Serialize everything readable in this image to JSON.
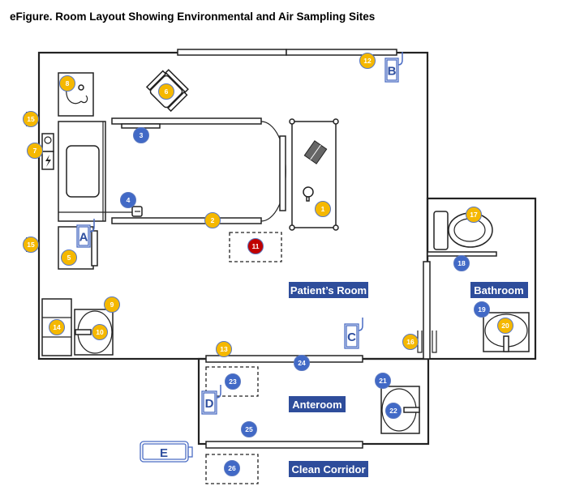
{
  "title": "eFigure. Room Layout Showing Environmental and Air Sampling Sites",
  "colors": {
    "environmental_marker": "#f5b800",
    "air_marker": "#4169c6",
    "highlight_marker": "#c00000",
    "room_label_bg": "#2e4d9b",
    "sign": "#2f4f9f"
  },
  "rooms": {
    "patient": "Patient’s Room",
    "bathroom": "Bathroom",
    "anteroom": "Anteroom",
    "corridor": "Clean Corridor"
  },
  "signs": [
    "A",
    "B",
    "C",
    "D",
    "E"
  ],
  "markers": [
    {
      "label": "1",
      "color": "yellow"
    },
    {
      "label": "2",
      "color": "yellow"
    },
    {
      "label": "3",
      "color": "blue"
    },
    {
      "label": "4",
      "color": "blue"
    },
    {
      "label": "5",
      "color": "yellow"
    },
    {
      "label": "6",
      "color": "yellow"
    },
    {
      "label": "7",
      "color": "yellow"
    },
    {
      "label": "8",
      "color": "yellow"
    },
    {
      "label": "9",
      "color": "yellow"
    },
    {
      "label": "10",
      "color": "yellow"
    },
    {
      "label": "11",
      "color": "red"
    },
    {
      "label": "12",
      "color": "yellow"
    },
    {
      "label": "13",
      "color": "yellow"
    },
    {
      "label": "14",
      "color": "yellow"
    },
    {
      "label": "15",
      "color": "yellow"
    },
    {
      "label": "15",
      "color": "yellow"
    },
    {
      "label": "16",
      "color": "yellow"
    },
    {
      "label": "17",
      "color": "yellow"
    },
    {
      "label": "18",
      "color": "blue"
    },
    {
      "label": "19",
      "color": "blue"
    },
    {
      "label": "20",
      "color": "yellow"
    },
    {
      "label": "21",
      "color": "blue"
    },
    {
      "label": "22",
      "color": "blue"
    },
    {
      "label": "23",
      "color": "blue"
    },
    {
      "label": "24",
      "color": "blue"
    },
    {
      "label": "25",
      "color": "blue"
    },
    {
      "label": "26",
      "color": "blue"
    }
  ],
  "icons": [
    "stethoscope-icon",
    "chair-icon",
    "bed-icon",
    "light-bulb-icon",
    "power-icon",
    "vent-icon",
    "book-icon",
    "lamp-icon",
    "call-button-icon",
    "sink-icon",
    "toilet-icon",
    "cabinet-icon",
    "towel-hook-icon",
    "hand-sanitizer-icon"
  ]
}
